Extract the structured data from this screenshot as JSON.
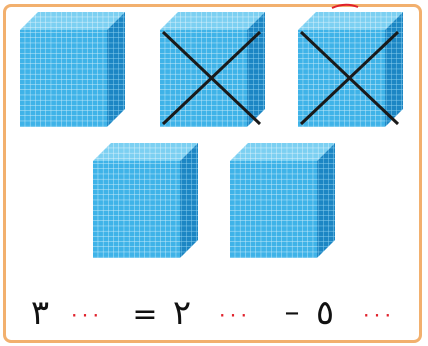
{
  "cubes": [
    {
      "crossed": false
    },
    {
      "crossed": true
    },
    {
      "crossed": true
    },
    {
      "crossed": false
    },
    {
      "crossed": false
    }
  ],
  "equation": {
    "result": "٣",
    "result_zeros": "٠٠٠",
    "equals": "=",
    "subtrahend": "٢",
    "subtrahend_zeros": "٠٠٠",
    "minus": "–",
    "minuend": "٥",
    "minuend_zeros": "٠٠٠"
  },
  "colors": {
    "cube_front": "#3fb3e8",
    "cube_side": "#1c86c4",
    "cube_top": "#7cd0f2",
    "grid_line": "#c8ecfa",
    "digit": "#111111",
    "zero_dots": "#e0202a",
    "border": "#f2b06e",
    "cross": "#1a1a1a"
  }
}
